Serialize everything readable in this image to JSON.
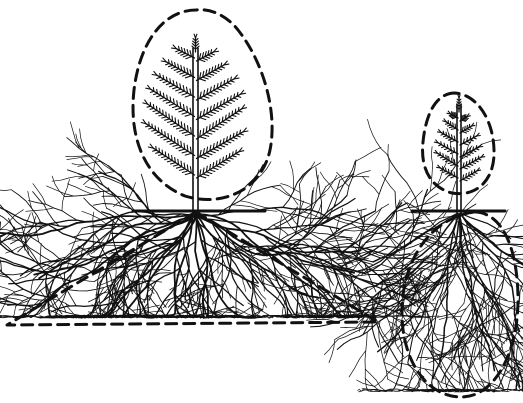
{
  "diagram": {
    "type": "illustration",
    "subjects": [
      {
        "id": "spreading-root-tree",
        "crown_outline": "egg",
        "root_outline": "triangle"
      },
      {
        "id": "deep-root-tree",
        "crown_outline": "egg",
        "root_outline": "ellipse"
      }
    ],
    "colors": {
      "ink": "#111111",
      "background": "#ffffff"
    }
  }
}
